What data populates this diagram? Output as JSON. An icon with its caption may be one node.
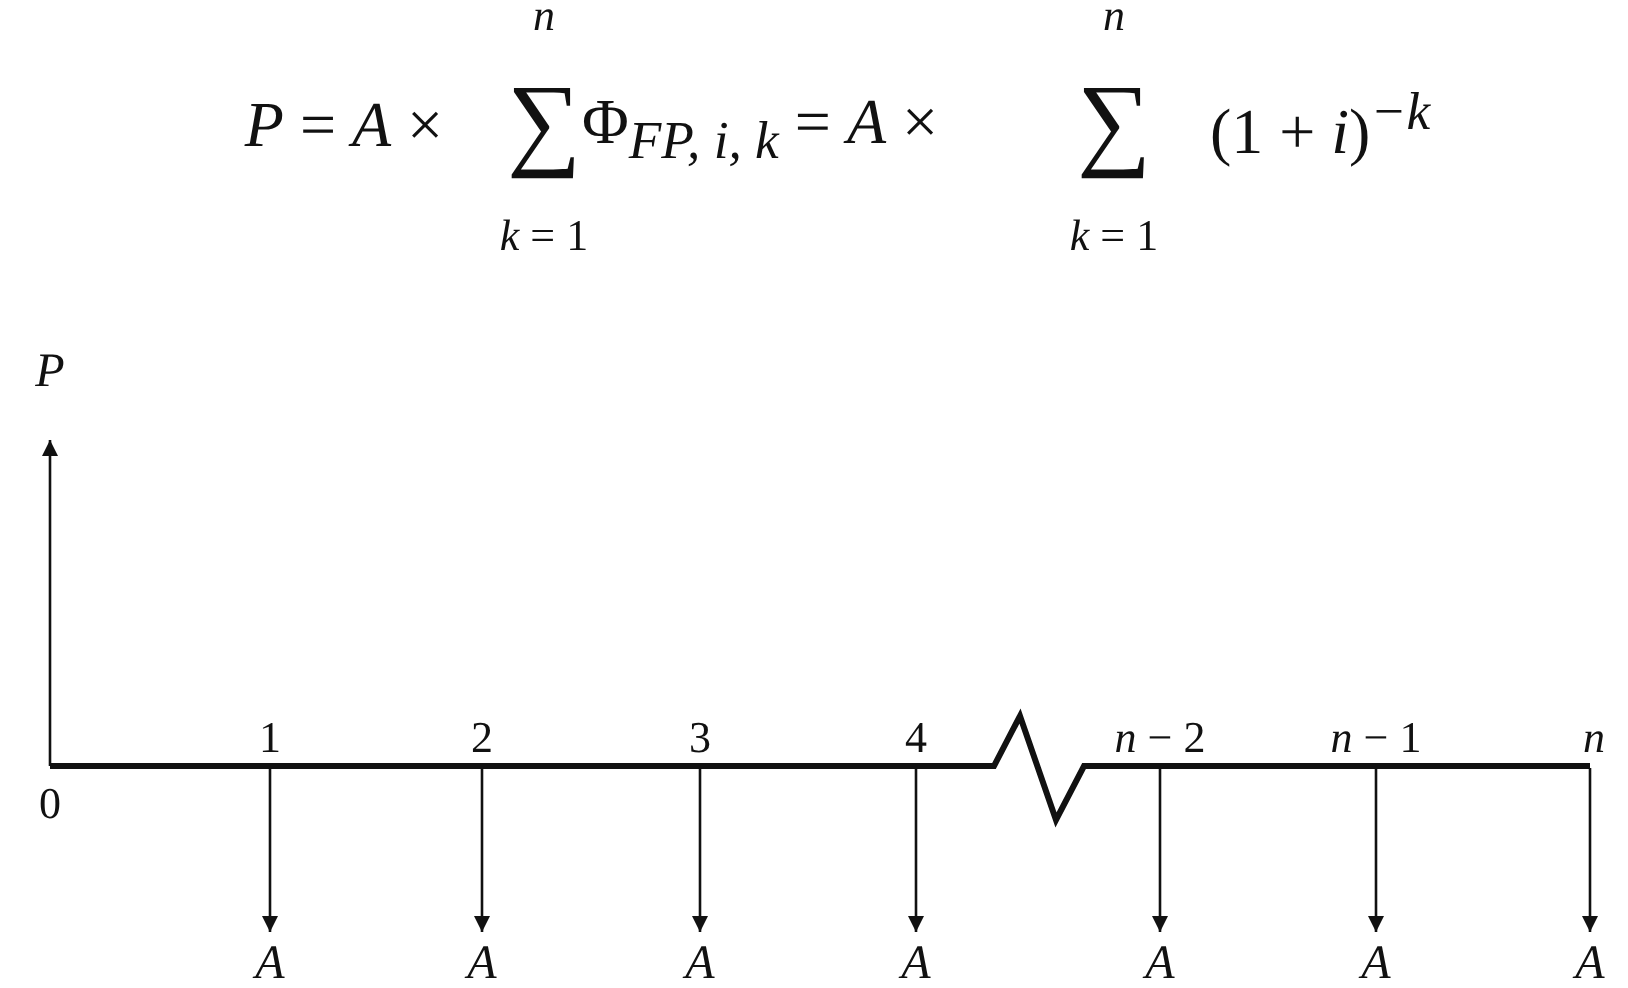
{
  "diagram": {
    "labels": [
      "*n*",
      "*n*",
      "*P* = *A* ×",
      "∑",
      "Φ$_{FP, i, k}$ = *A* ×",
      "∑",
      "(1 + *i*)$^{−k}$",
      "*k* = 1",
      "*k* = 1",
      "P",
      "1",
      "2",
      "3",
      "4",
      "*n* − 2",
      "*n* − 1",
      "*n*",
      "0",
      "A",
      "A",
      "A",
      "A",
      "A",
      "A",
      "A"
    ]
  }
}
